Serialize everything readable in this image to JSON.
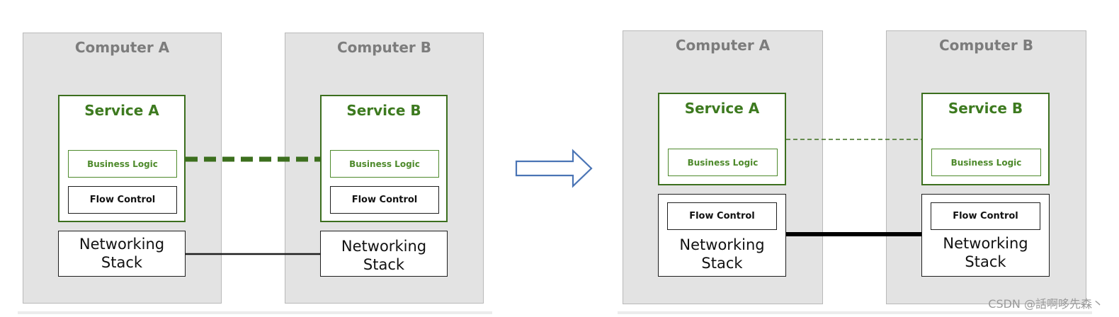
{
  "left_diagram": {
    "computer_a": {
      "title": "Computer A",
      "service": "Service A",
      "business_logic": "Business Logic",
      "flow_control": "Flow Control",
      "networking": "Networking\nStack"
    },
    "computer_b": {
      "title": "Computer B",
      "service": "Service B",
      "business_logic": "Business Logic",
      "flow_control": "Flow Control",
      "networking": "Networking\nStack"
    }
  },
  "right_diagram": {
    "computer_a": {
      "title": "Computer A",
      "service": "Service A",
      "business_logic": "Business Logic",
      "flow_control": "Flow Control",
      "networking": "Networking\nStack"
    },
    "computer_b": {
      "title": "Computer B",
      "service": "Service B",
      "business_logic": "Business Logic",
      "flow_control": "Flow Control",
      "networking": "Networking\nStack"
    }
  },
  "colors": {
    "computer_bg": "#e3e3e3",
    "service_green": "#3d7a1f",
    "arrow_blue": "#4a74b5"
  },
  "watermark": "CSDN @話啊哆先森丶"
}
